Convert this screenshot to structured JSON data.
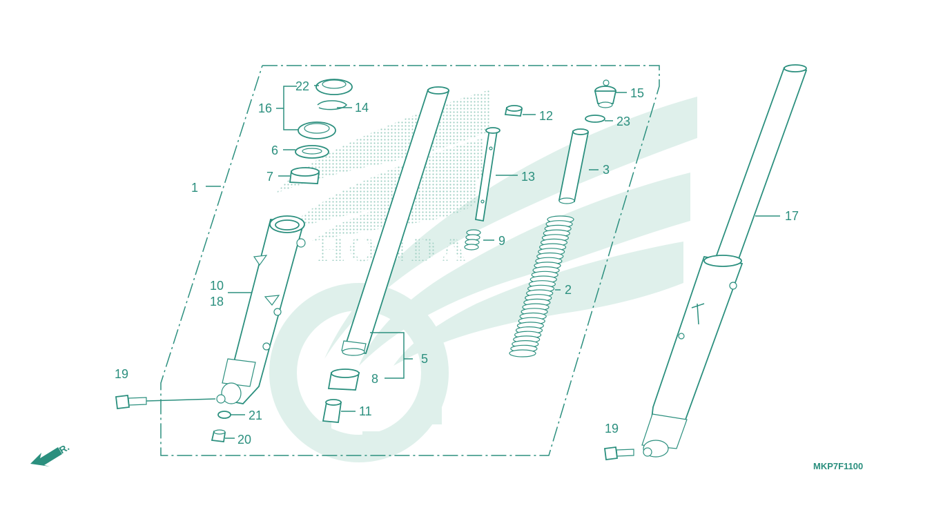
{
  "diagram_code": "MKP7F1100",
  "direction_label": "FR.",
  "watermark_text": "HONDA",
  "colors": {
    "line": "#2b8f7e",
    "watermark": "#cfe7e1",
    "background": "#ffffff"
  },
  "parts": [
    {
      "id": "1",
      "label": "1"
    },
    {
      "id": "2",
      "label": "2"
    },
    {
      "id": "3",
      "label": "3"
    },
    {
      "id": "5",
      "label": "5"
    },
    {
      "id": "6",
      "label": "6"
    },
    {
      "id": "7",
      "label": "7"
    },
    {
      "id": "8",
      "label": "8"
    },
    {
      "id": "9",
      "label": "9"
    },
    {
      "id": "10",
      "label": "10"
    },
    {
      "id": "11",
      "label": "11"
    },
    {
      "id": "12",
      "label": "12"
    },
    {
      "id": "13",
      "label": "13"
    },
    {
      "id": "14",
      "label": "14"
    },
    {
      "id": "15",
      "label": "15"
    },
    {
      "id": "16",
      "label": "16"
    },
    {
      "id": "17",
      "label": "17"
    },
    {
      "id": "18",
      "label": "18"
    },
    {
      "id": "19a",
      "label": "19"
    },
    {
      "id": "19b",
      "label": "19"
    },
    {
      "id": "20",
      "label": "20"
    },
    {
      "id": "21",
      "label": "21"
    },
    {
      "id": "22",
      "label": "22"
    },
    {
      "id": "23",
      "label": "23"
    }
  ]
}
